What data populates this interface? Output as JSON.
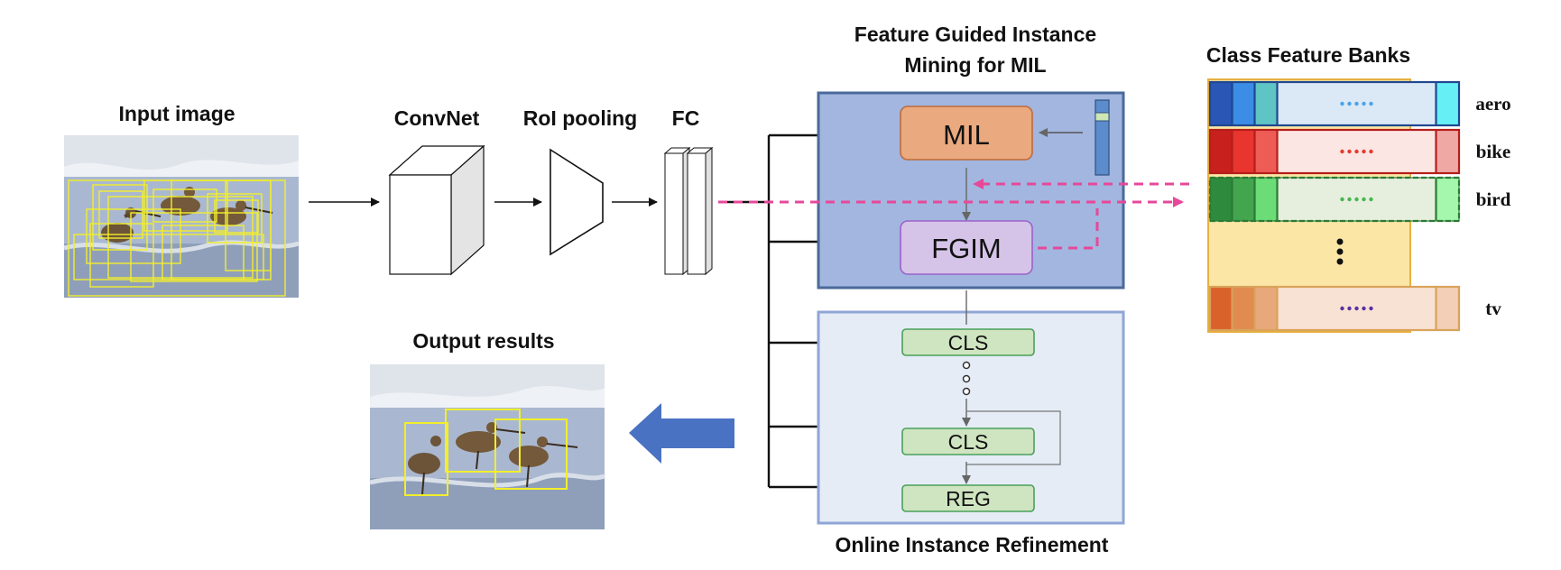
{
  "labels": {
    "input_image": "Input image",
    "convnet": "ConvNet",
    "roi_pooling": "RoI pooling",
    "fc": "FC",
    "fgim_title_line1": "Feature Guided Instance",
    "fgim_title_line2": "Mining for MIL",
    "class_feature_banks": "Class Feature Banks",
    "output_results": "Output results",
    "online_instance_refinement": "Online Instance Refinement"
  },
  "modules": {
    "mil": "MIL",
    "fgim": "FGIM",
    "cls_1": "CLS",
    "cls_2": "CLS",
    "reg": "REG"
  },
  "banks": [
    {
      "label": "aero",
      "colors": [
        "#2a57b5",
        "#3b8de6",
        "#5fc4c4",
        "#dbe8f6",
        "#66f0f5"
      ],
      "dots": "#4aa3ea"
    },
    {
      "label": "bike",
      "colors": [
        "#c8201c",
        "#e8352e",
        "#ee5c56",
        "#fbe6e3",
        "#f0a8a5"
      ],
      "dots": "#e53a2f"
    },
    {
      "label": "bird",
      "colors": [
        "#2e8a3c",
        "#43a64f",
        "#6bdc76",
        "#e6efde",
        "#a4f7ad"
      ],
      "dots": "#46b54f"
    },
    {
      "label": "tv",
      "colors": [
        "#d9612a",
        "#e08b50",
        "#e7a87b",
        "#f8e2d3",
        "#f2cfb6"
      ],
      "dots": "#5a2fa3"
    }
  ],
  "colors": {
    "fgim_panel": "#a2b6df",
    "oir_panel": "#e5ecf6",
    "mil_box": "#eaa97e",
    "fgim_box": "#d5c3e8",
    "cls_box": "#cfe4c0",
    "dashed_arrow": "#e7489a",
    "big_arrow": "#4a72c2",
    "bank_gap": "#fbe6a5"
  }
}
